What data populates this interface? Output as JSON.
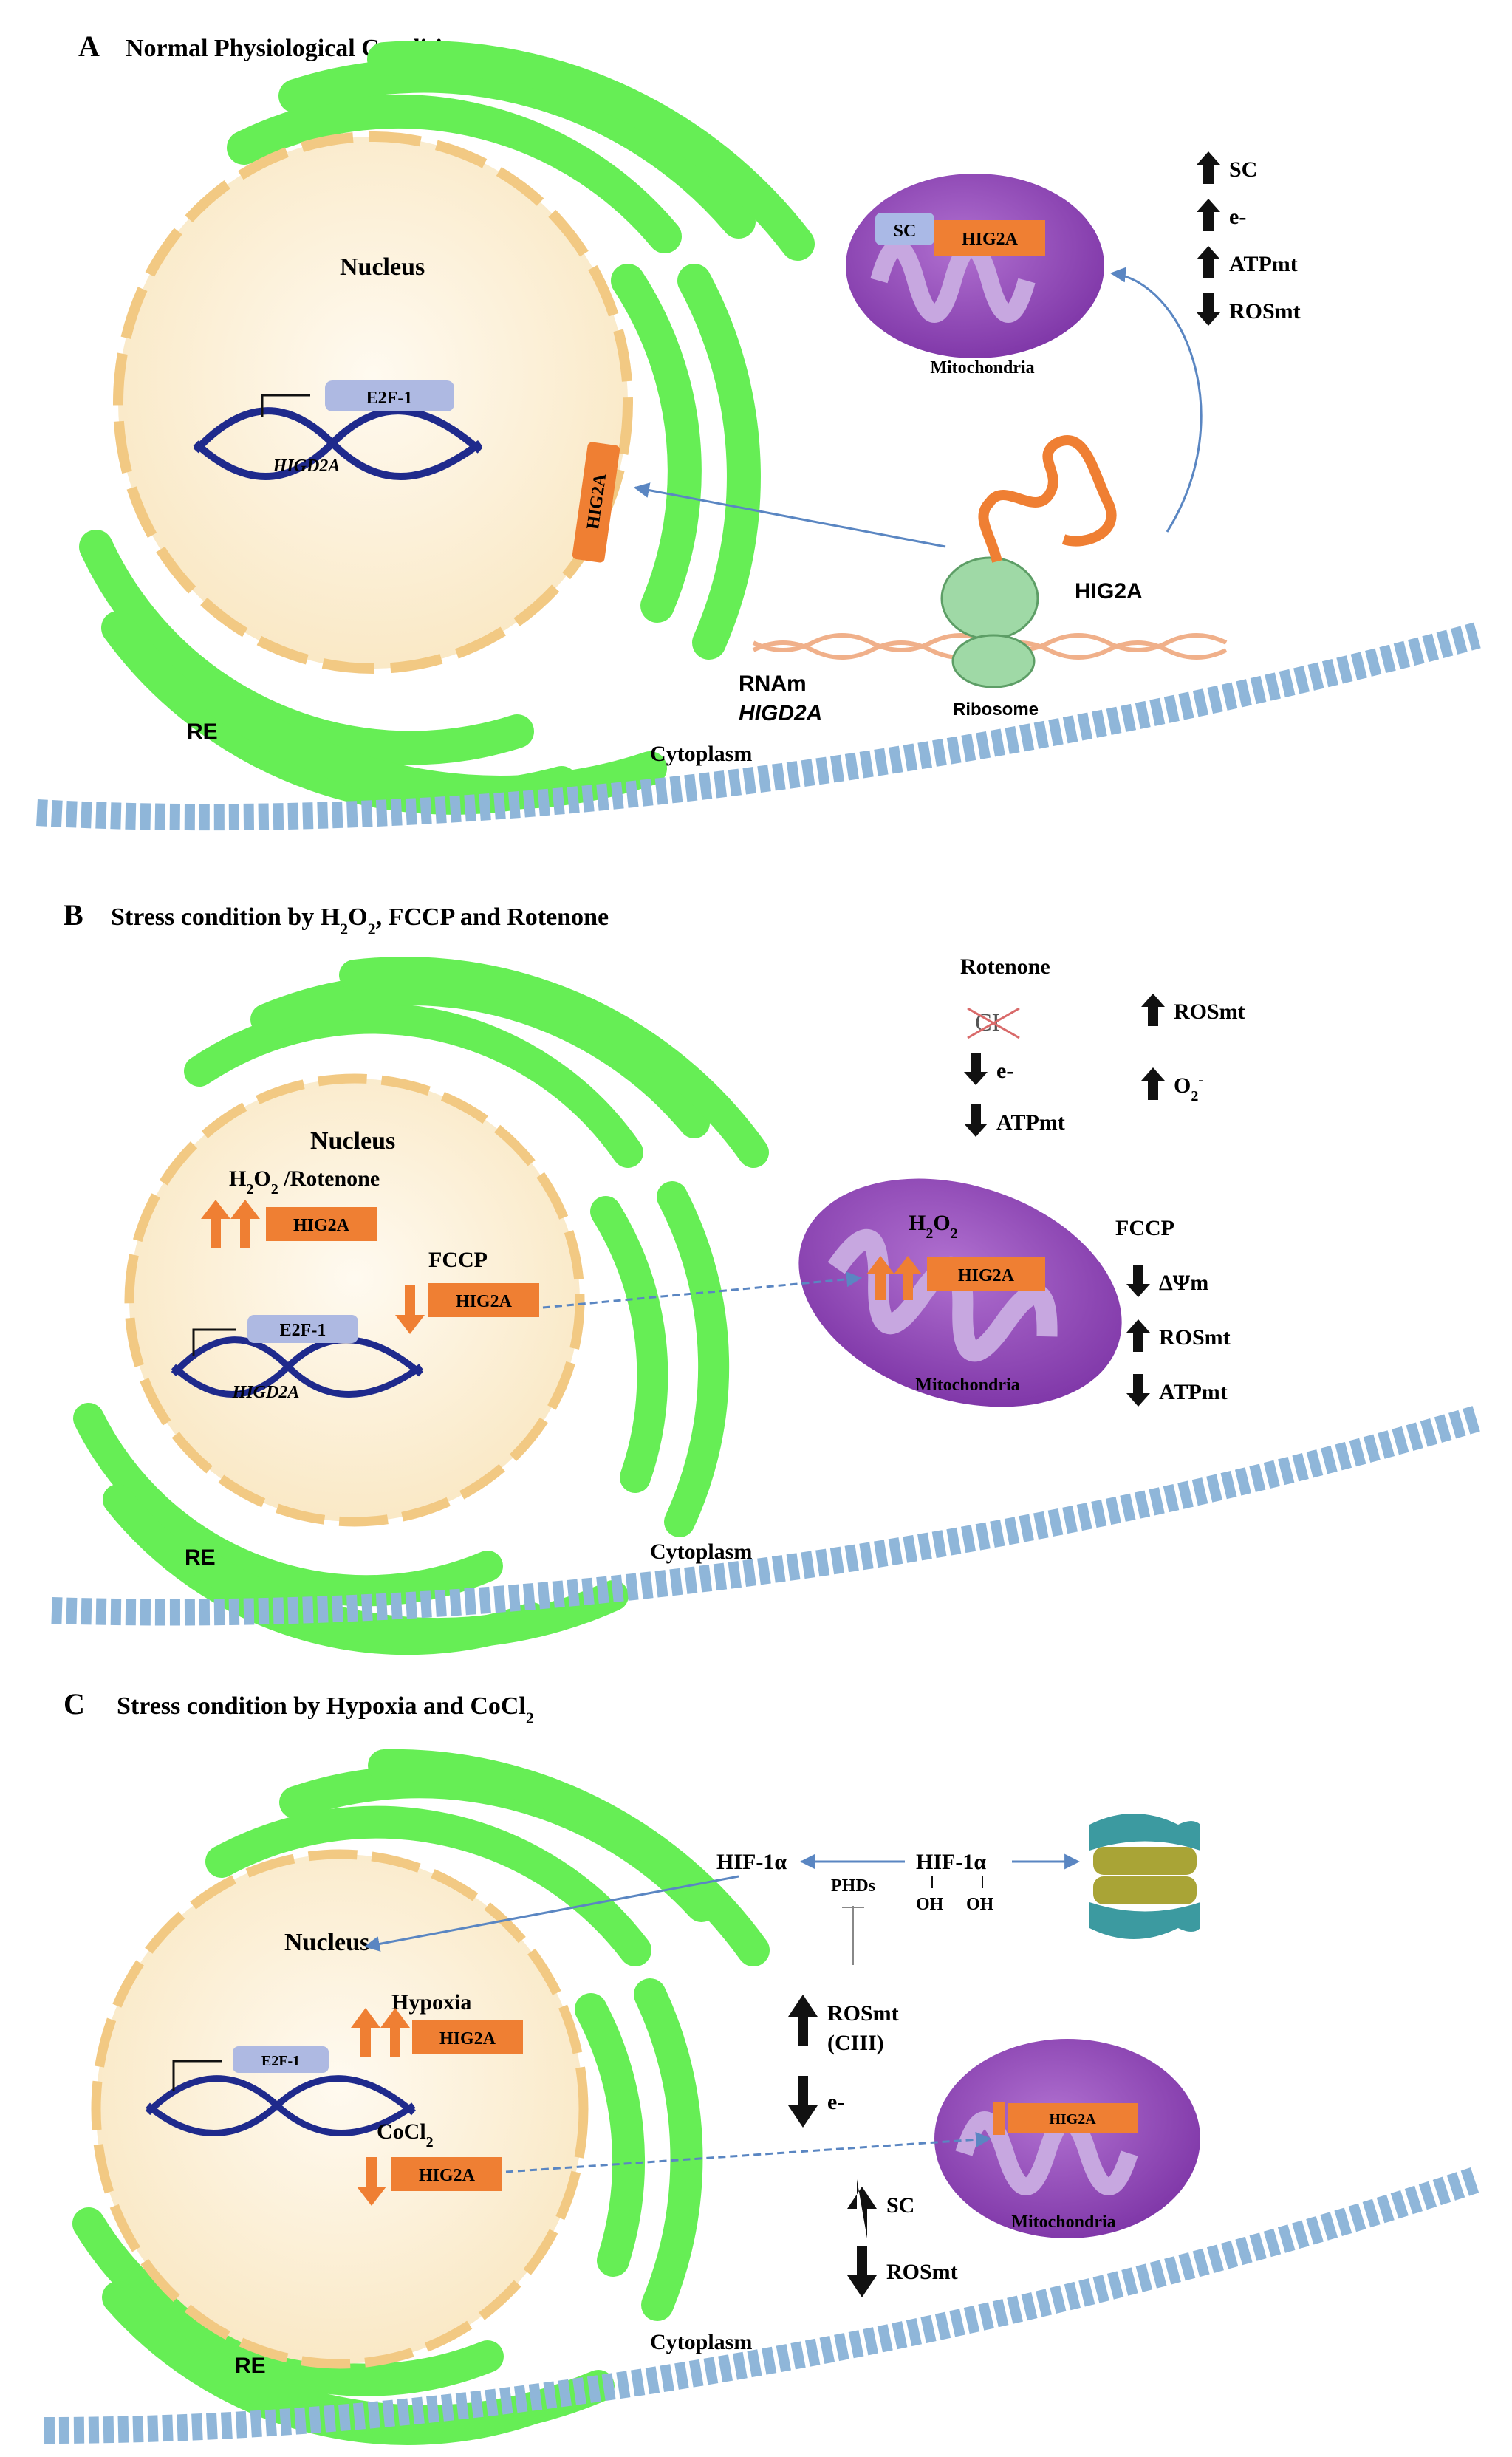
{
  "colors": {
    "er_green": "#66ee55",
    "er_stroke": "#3fbf35",
    "nucleus_fill": "#fdf3dc",
    "nuclear_pore": "#f2c983",
    "mito_fill": "#9a4ac0",
    "mito_inner": "#c7a7e0",
    "hig2a_orange": "#ef7f33",
    "sc_blue": "#aab9e6",
    "e2f1_blue": "#aeb9e2",
    "dna_blue": "#1f2a8c",
    "membrane_blue": "#8fb6d9",
    "arrow_blue": "#5a86c2",
    "black_arrow": "#111111"
  },
  "panelA": {
    "letter": "A",
    "title": "Normal Physiological Conditions",
    "nucleus": "Nucleus",
    "e2f1": "E2F-1",
    "gene": "HIGD2A",
    "hig2a_membrane": "HIG2A",
    "sc": "SC",
    "hig2a_mito": "HIG2A",
    "mitochondria": "Mitochondria",
    "ribosome": "Ribosome",
    "hig2a_protein": "HIG2A",
    "rna_line1": "RNAm",
    "rna_line2": "HIGD2A",
    "er": "RE",
    "cytoplasm": "Cytoplasm",
    "effects": [
      {
        "dir": "up",
        "label": "SC"
      },
      {
        "dir": "up",
        "label": "e-"
      },
      {
        "dir": "up",
        "label": "ATPmt"
      },
      {
        "dir": "down",
        "label": "ROSmt"
      }
    ]
  },
  "panelB": {
    "letter": "B",
    "title_pre": "Stress condition by H",
    "title_sub1": "2",
    "title_mid": "O",
    "title_sub2": "2",
    "title_post": ", FCCP  and Rotenone",
    "nucleus": "Nucleus",
    "treatment_pre": "H",
    "treatment_sub1": "2",
    "treatment_mid": "O",
    "treatment_sub2": "2",
    "treatment_post": " /Rotenone",
    "hig2a_up": "HIG2A",
    "fccp_nucleus": "FCCP",
    "hig2a_down": "HIG2A",
    "e2f1": "E2F-1",
    "gene": "HIGD2A",
    "rotenone": "Rotenone",
    "ci": "CI",
    "rot_effects": [
      {
        "dir": "down",
        "label": "e-"
      },
      {
        "dir": "down",
        "label": "ATPmt"
      }
    ],
    "ros_effects": [
      {
        "dir": "up",
        "label": "ROSmt"
      },
      {
        "dir": "up",
        "label": "O",
        "sub": "2",
        "sup": "-"
      }
    ],
    "mito_treatment_pre": "H",
    "mito_treatment_sub1": "2",
    "mito_treatment_mid": "O",
    "mito_treatment_sub2": "2",
    "hig2a_mito": "HIG2A",
    "mitochondria": "Mitochondria",
    "fccp": "FCCP",
    "fccp_effects": [
      {
        "dir": "down",
        "label": "ΔΨm"
      },
      {
        "dir": "up",
        "label": "ROSmt"
      },
      {
        "dir": "down",
        "label": "ATPmt"
      }
    ],
    "er": "RE",
    "cytoplasm": "Cytoplasm"
  },
  "panelC": {
    "letter": "C",
    "title_pre": "Stress condition by Hypoxia and CoCl",
    "title_sub": "2",
    "nucleus": "Nucleus",
    "hypoxia": "Hypoxia",
    "hig2a_up": "HIG2A",
    "e2f1": "E2F-1",
    "cocl_pre": "CoCl",
    "cocl_sub": "2",
    "hig2a_down": "HIG2A",
    "hif_left": "HIF-1α",
    "phds": "PHDs",
    "hif_right": "HIF-1α",
    "oh1": "OH",
    "oh2": "OH",
    "rosmt": "ROSmt",
    "ciii": "(CIII)",
    "e_minus": "e-",
    "sc": "SC",
    "rosmt2": "ROSmt",
    "hig2a_mito": "HIG2A",
    "mitochondria": "Mitochondria",
    "er": "RE",
    "cytoplasm": "Cytoplasm"
  }
}
